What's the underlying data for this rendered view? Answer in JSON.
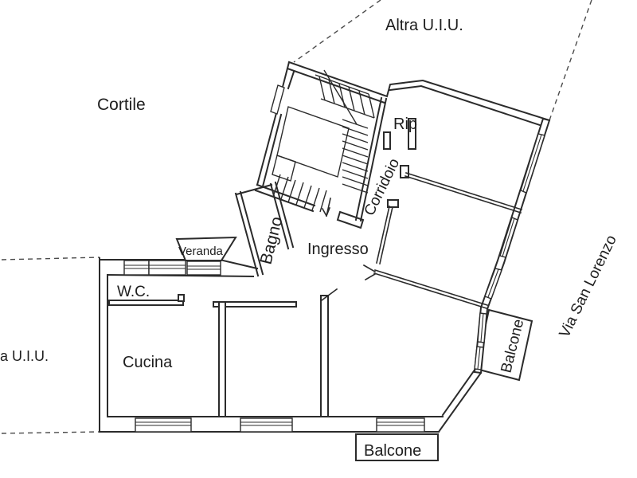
{
  "title": "Planimetria appartamento",
  "colors": {
    "ink": "#2b2b2b",
    "paper": "#ffffff"
  },
  "labels": {
    "cortile": "Cortile",
    "altra_uiu_top": "Altra U.I.U.",
    "altra_uiu_left": "a U.I.U.",
    "rip": "Rip",
    "corridoio": "Corridoio",
    "bagno": "Bagno",
    "ingresso": "Ingresso",
    "veranda": "Veranda",
    "wc": "W.C.",
    "cucina": "Cucina",
    "balcone_right": "Balcone",
    "balcone_bottom": "Balcone",
    "via_san_lorenzo": "Via San Lorenzo"
  }
}
